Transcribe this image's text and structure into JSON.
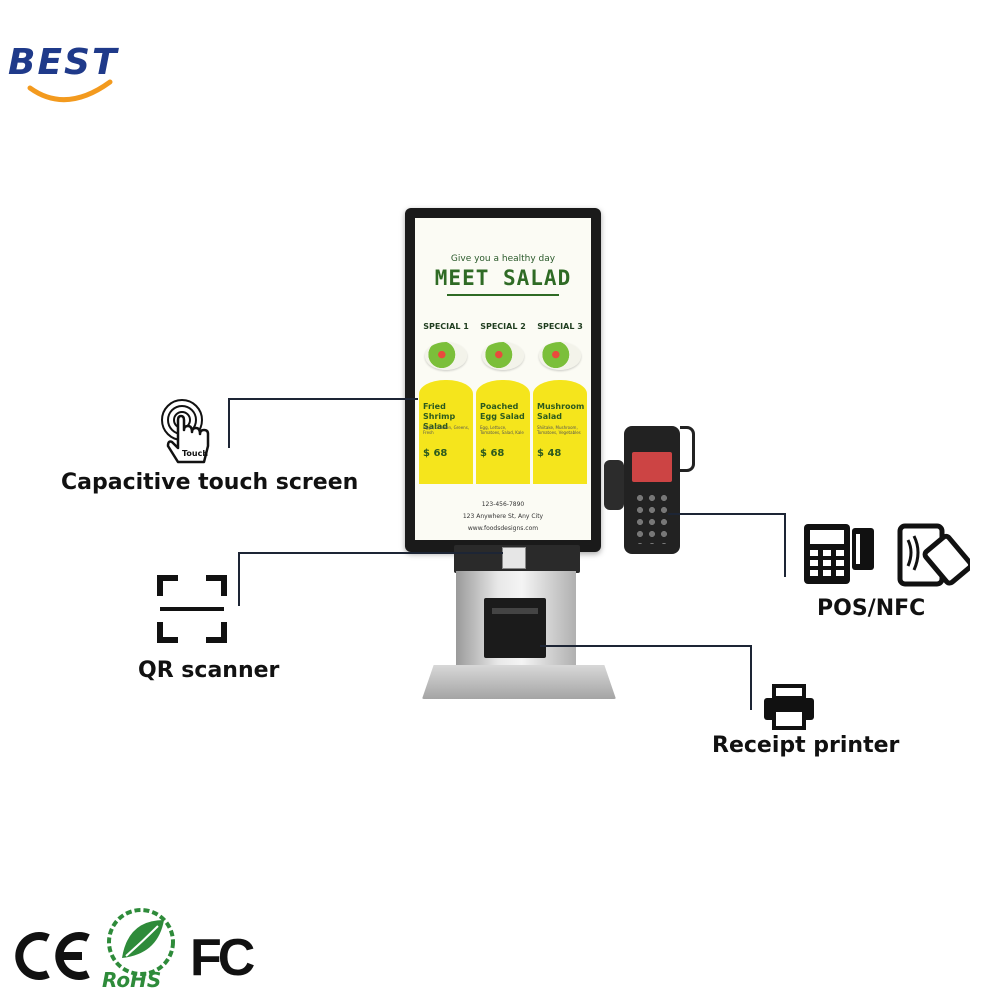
{
  "brand": {
    "logo_text": "BEST",
    "colors": {
      "blue": "#1f3a8a",
      "orange": "#f39a1e"
    }
  },
  "screen": {
    "tagline": "Give you a healthy day",
    "title": "MEET SALAD",
    "specials": [
      {
        "label": "SPECIAL 1",
        "name": "Fried Shrimp Salad",
        "desc": "Eggs, Chicken, Greens, Fresh",
        "price": "$ 68"
      },
      {
        "label": "SPECIAL 2",
        "name": "Poached Egg Salad",
        "desc": "Egg, Lettuce, Tomatoes, Salad, Kale",
        "price": "$ 68"
      },
      {
        "label": "SPECIAL 3",
        "name": "Mushroom Salad",
        "desc": "Shiitake, Mushroom, Tomatoes, Vegetables",
        "price": "$ 48"
      }
    ],
    "phone": "123-456-7890",
    "address": "123 Anywhere St, Any City",
    "website": "www.foodsdesigns.com"
  },
  "features": {
    "touch": {
      "label": "Capacitive touch screen",
      "icon": "touch-hand-icon",
      "icon_text": "Touch"
    },
    "qr": {
      "label": "QR scanner",
      "icon": "qr-scan-icon"
    },
    "pos": {
      "label": "POS/NFC",
      "icons": [
        "card-terminal-icon",
        "nfc-tap-icon"
      ]
    },
    "printer": {
      "label": "Receipt printer",
      "icon": "printer-icon"
    }
  },
  "certifications": {
    "ce": "CE",
    "rohs": "RoHS",
    "fcc": "FC"
  }
}
